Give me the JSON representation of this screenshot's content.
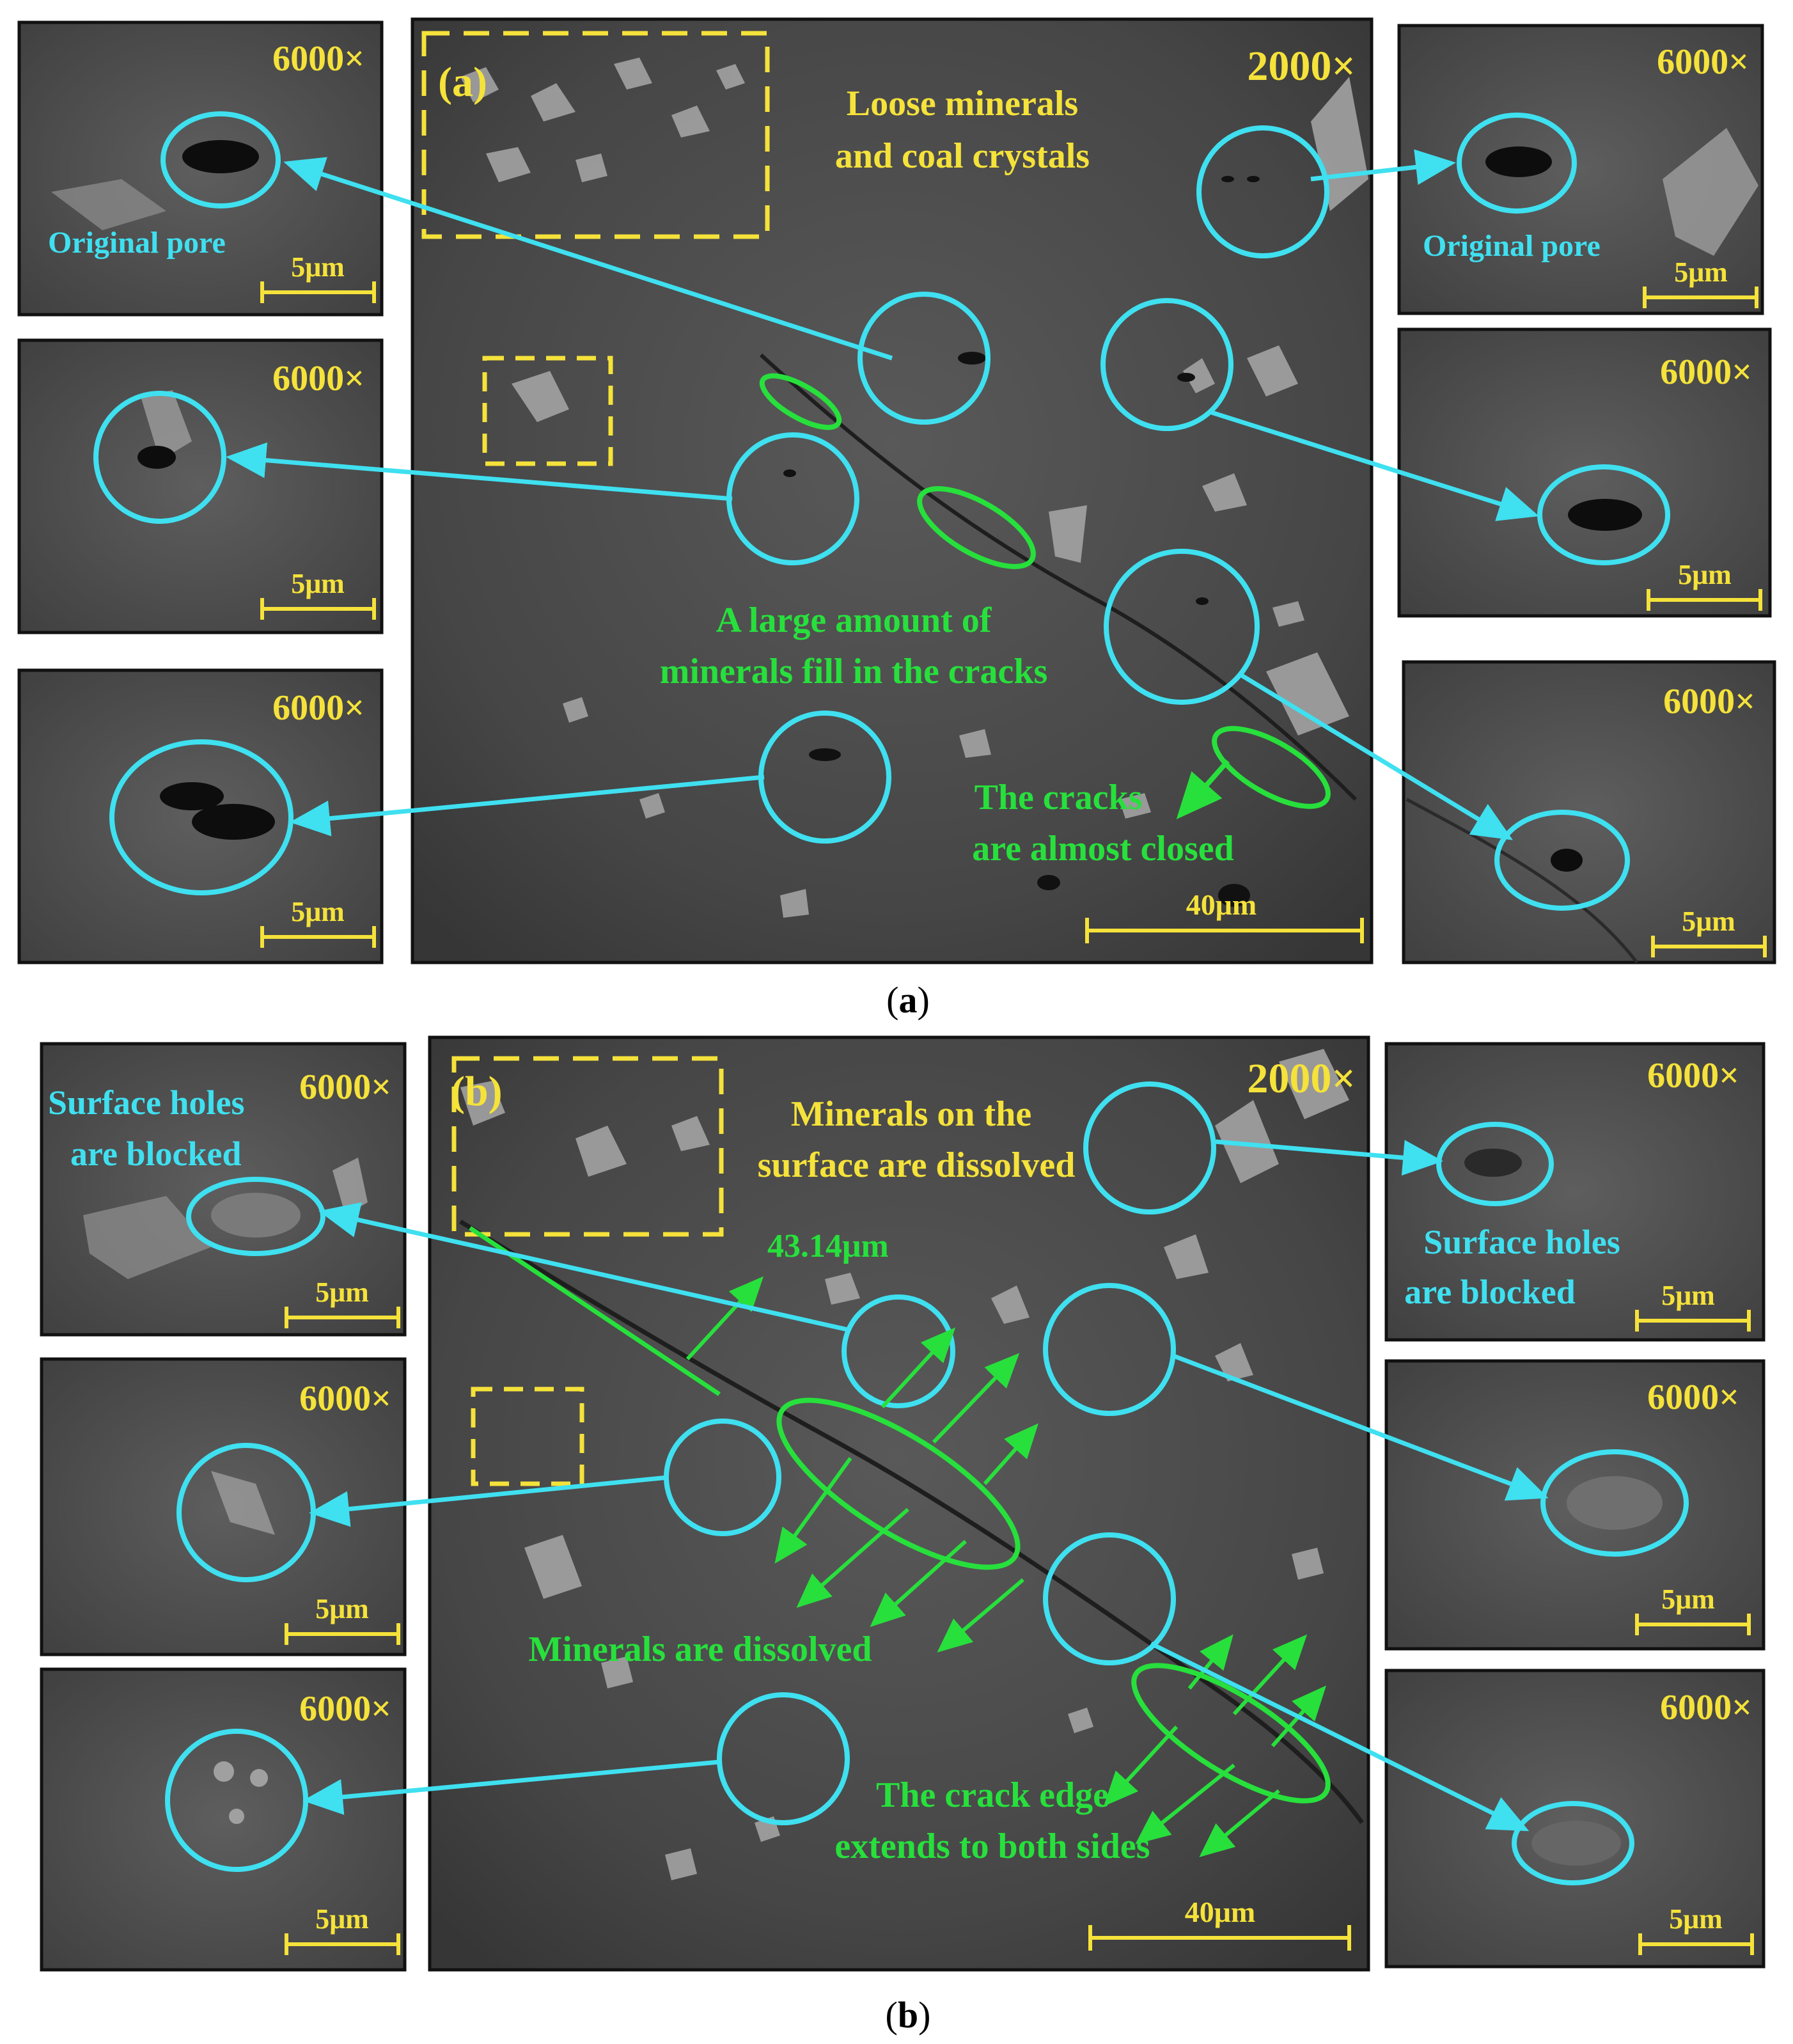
{
  "colors": {
    "cyan": "#3fe0f0",
    "yellow": "#f5e23a",
    "green": "#27e03c",
    "frame": "#111111",
    "sem_bg": "#4b4b4b"
  },
  "panel_a": {
    "caption_open": "(",
    "caption_letter": "a",
    "caption_close": ")",
    "main_label": "(a)",
    "main_mag": "2000×",
    "loose_line1": "Loose minerals",
    "loose_line2": "and coal crystals",
    "fill_line1": "A large amount of",
    "fill_line2": "minerals fill in the cracks",
    "closed_line1": "The cracks",
    "closed_line2": "are almost closed",
    "main_scale": "40μm",
    "insets": [
      {
        "mag": "6000×",
        "scale": "5μm",
        "note": "Original pore"
      },
      {
        "mag": "6000×",
        "scale": "5μm"
      },
      {
        "mag": "6000×",
        "scale": "5μm"
      },
      {
        "mag": "6000×",
        "scale": "5μm",
        "note": "Original pore"
      },
      {
        "mag": "6000×",
        "scale": "5μm"
      },
      {
        "mag": "6000×",
        "scale": "5μm"
      }
    ]
  },
  "panel_b": {
    "caption_open": "(",
    "caption_letter": "b",
    "caption_close": ")",
    "main_label": "(b)",
    "main_mag": "2000×",
    "dissolved_line1": "Minerals on the",
    "dissolved_line2": "surface are dissolved",
    "measure": "43.14μm",
    "minerals_dissolved": "Minerals are dissolved",
    "edge_line1": "The crack edge",
    "edge_line2": "extends to both sides",
    "main_scale": "40μm",
    "insets": [
      {
        "mag": "6000×",
        "scale": "5μm",
        "note1": "Surface holes",
        "note2": "are blocked"
      },
      {
        "mag": "6000×",
        "scale": "5μm"
      },
      {
        "mag": "6000×",
        "scale": "5μm"
      },
      {
        "mag": "6000×",
        "scale": "5μm",
        "note1": "Surface holes",
        "note2": "are blocked"
      },
      {
        "mag": "6000×",
        "scale": "5μm"
      },
      {
        "mag": "6000×",
        "scale": "5μm"
      }
    ]
  }
}
